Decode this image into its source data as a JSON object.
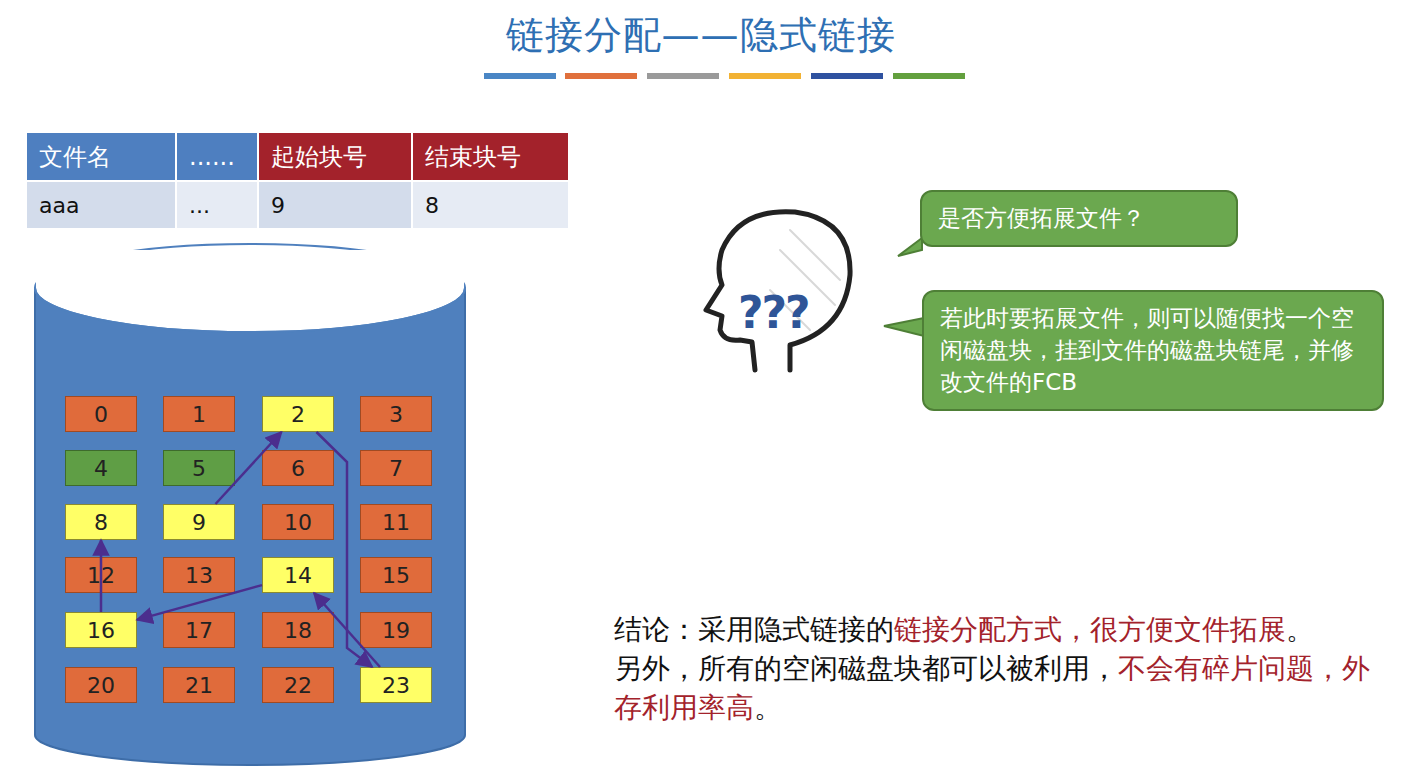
{
  "diagram": {
    "title": "链接分配——隐式链接",
    "nodes": [
      {
        "text": [
          "0"
        ]
      },
      {
        "text": [
          "1"
        ]
      },
      {
        "text": [
          "2"
        ]
      },
      {
        "text": [
          "3"
        ]
      },
      {
        "text": [
          "4"
        ]
      },
      {
        "text": [
          "5"
        ]
      },
      {
        "text": [
          "6"
        ]
      },
      {
        "text": [
          "7"
        ]
      },
      {
        "text": [
          "8"
        ]
      },
      {
        "text": [
          "9"
        ]
      },
      {
        "text": [
          "10"
        ]
      },
      {
        "text": [
          "11"
        ]
      },
      {
        "text": [
          "12"
        ]
      },
      {
        "text": [
          "13"
        ]
      },
      {
        "text": [
          "14"
        ]
      },
      {
        "text": [
          "15"
        ]
      },
      {
        "text": [
          "16"
        ]
      },
      {
        "text": [
          "17"
        ]
      },
      {
        "text": [
          "18"
        ]
      },
      {
        "text": [
          "19"
        ]
      },
      {
        "text": [
          "20"
        ]
      },
      {
        "text": [
          "21"
        ]
      },
      {
        "text": [
          "22"
        ]
      },
      {
        "text": [
          "23"
        ]
      },
      {
        "text": [
          "是否方便拓展文件？"
        ]
      },
      {
        "text": [
          "若此时要拓展文件，则可以随便找一个空闲磁盘块，挂到文件的磁盘块链尾，并修改文件的FCB"
        ]
      }
    ],
    "edges": [
      {
        "from": 9,
        "to": 2,
        "arrow": "to"
      },
      {
        "from": 2,
        "to": 23,
        "arrow": "to"
      },
      {
        "from": 23,
        "to": 14,
        "arrow": "to"
      },
      {
        "from": 14,
        "to": 16,
        "arrow": "to"
      },
      {
        "from": 16,
        "to": 8,
        "arrow": "to"
      }
    ],
    "labels": [
      "文件名",
      "......",
      "起始块号",
      "结束块号",
      "aaa",
      "...",
      "9",
      "8",
      "???",
      "结论：采用隐式链接的",
      "链接分配方式，很方便文件拓展",
      "。",
      "另外，所有的空闲磁盘块都可以被利用，",
      "不会有碎片问题，外存利用率高",
      "。"
    ]
  }
}
